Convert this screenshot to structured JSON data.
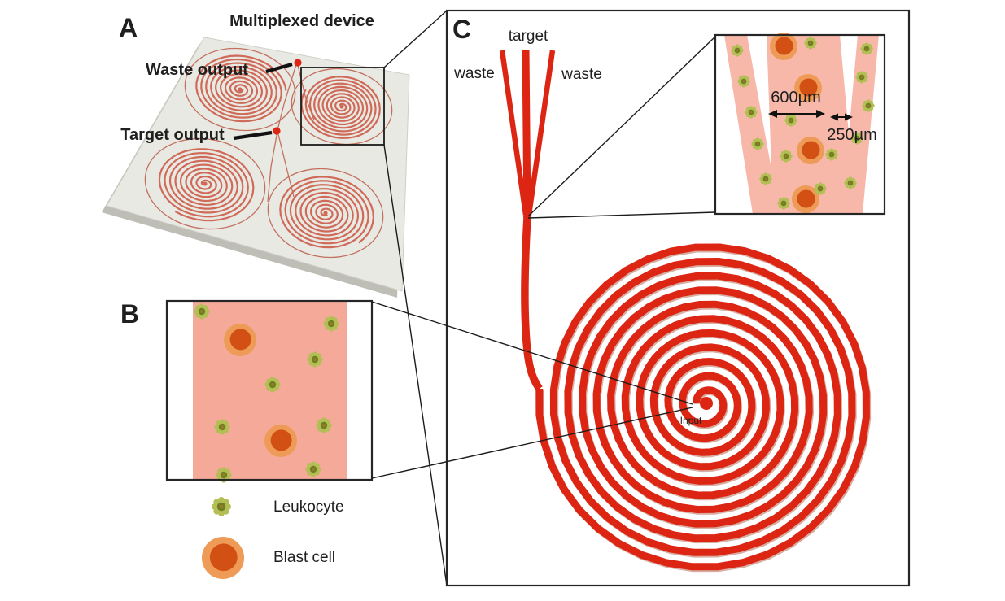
{
  "panel_a": {
    "label": "A",
    "title": "Multiplexed device",
    "callouts": [
      {
        "label": "Waste output"
      },
      {
        "label": "Target output"
      }
    ]
  },
  "panel_b": {
    "label": "B",
    "legend": [
      {
        "icon": "leukocyte-icon",
        "label": "Leukocyte"
      },
      {
        "icon": "blast-cell-icon",
        "label": "Blast cell"
      }
    ]
  },
  "panel_c": {
    "label": "C",
    "outlets": [
      {
        "label": "waste"
      },
      {
        "label": "target"
      },
      {
        "label": "waste"
      }
    ],
    "inset": {
      "main_channel_width": "600µm",
      "side_channel_width": "250µm"
    },
    "input_label": "Input"
  },
  "colors": {
    "spiral_red": "#dd2513",
    "chip_spiral_salmon": "#cf6a58",
    "chip_outline": "#c2705f",
    "channel_pink_b": "#f4a999",
    "channel_pink_inset": "#f7b8aa",
    "leukocyte_green": "#b3bf55",
    "leukocyte_core": "#6f7e22",
    "blast_outer": "#ef9b58",
    "blast_inner": "#d25013",
    "plate_gray": "#e9e9e3"
  }
}
